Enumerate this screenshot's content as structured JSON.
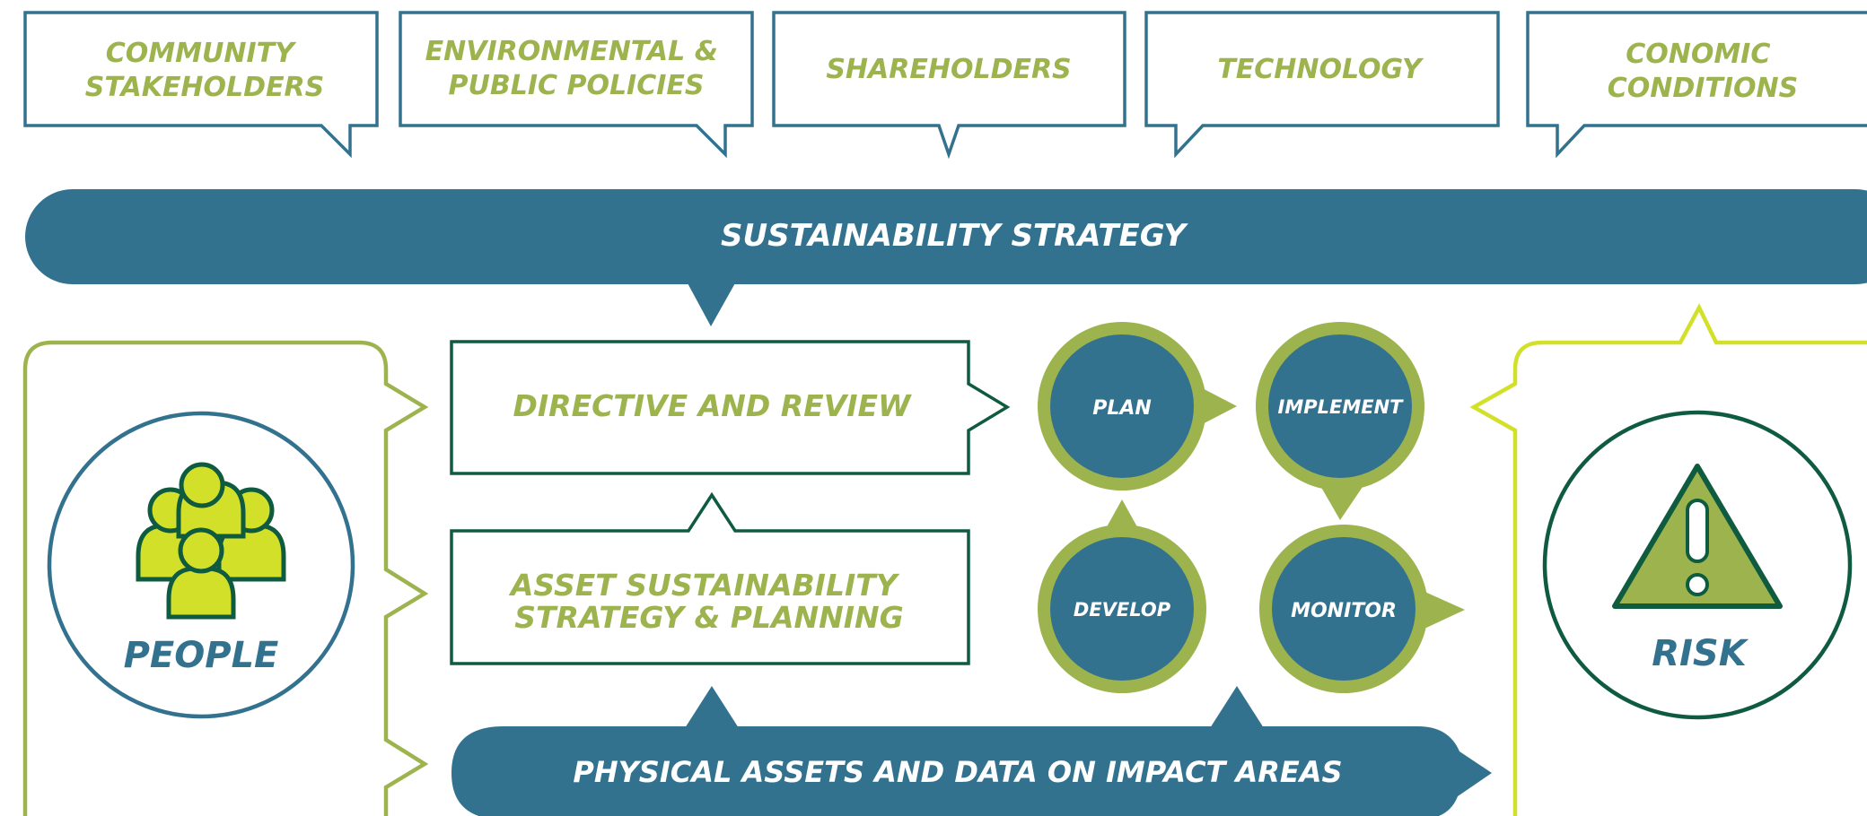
{
  "colors": {
    "teal": "#33728f",
    "olive": "#9db34e",
    "lime": "#d3e02a",
    "dark_green": "#0f5b3f",
    "white": "#ffffff"
  },
  "bubbles": [
    {
      "id": "community",
      "lines": [
        "COMMUNITY",
        "STAKEHOLDERS"
      ]
    },
    {
      "id": "environmental",
      "lines": [
        "ENVIRONMENTAL &",
        "PUBLIC POLICIES"
      ]
    },
    {
      "id": "shareholders",
      "lines": [
        "SHAREHOLDERS"
      ]
    },
    {
      "id": "technology",
      "lines": [
        "TECHNOLOGY"
      ]
    },
    {
      "id": "economic",
      "lines": [
        "CONOMIC",
        "CONDITIONS"
      ]
    }
  ],
  "strategy_banner": "SUSTAINABILITY STRATEGY",
  "directive_box": "DIRECTIVE AND REVIEW",
  "asset_box": [
    "ASSET SUSTAINABILITY",
    "STRATEGY & PLANNING"
  ],
  "cycle": {
    "plan": "PLAN",
    "implement": "IMPLEMENT",
    "develop": "DEVELOP",
    "monitor": "MONITOR"
  },
  "bottom_banner": "PHYSICAL ASSETS AND DATA ON IMPACT AREAS",
  "people_label": "PEOPLE",
  "risk_label": "RISK",
  "icons": {
    "people": "people-group-icon",
    "risk": "warning-triangle-icon"
  }
}
